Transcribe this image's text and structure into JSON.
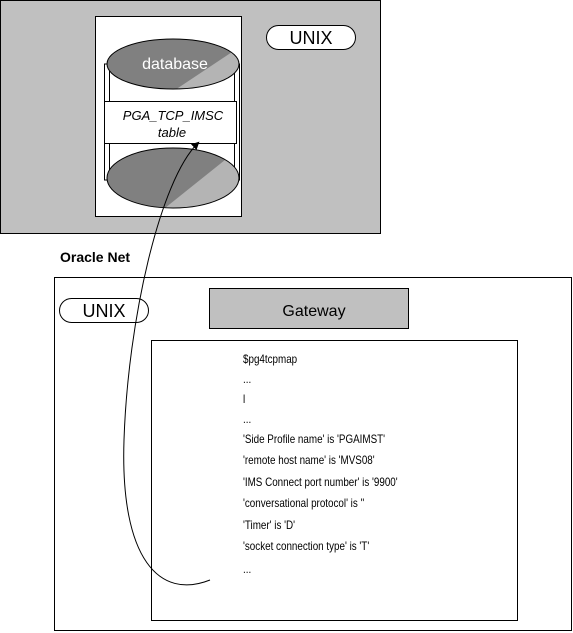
{
  "top_host": {
    "os_label": "UNIX"
  },
  "database": {
    "label": "database",
    "table_line1": "PGA_TCP_IMSC",
    "table_line2": "table"
  },
  "connection": {
    "label": "Oracle Net"
  },
  "bottom_host": {
    "os_label": "UNIX",
    "gateway_label": "Gateway"
  },
  "terminal": {
    "lines": [
      "$pg4tcpmap",
      "...",
      "l",
      "...",
      "'Side Profile name' is 'PGAIMST'",
      "'remote host name' is 'MVS08'",
      "'IMS Connect port number' is '9900'",
      "'conversational protocol' is ''",
      "'Timer' is 'D'",
      "'socket connection type' is 'T'",
      "..."
    ]
  },
  "colors": {
    "top_panel": "#c0c0c0",
    "cylinder_dark": "#808080",
    "cylinder_light": "#b4b4b4",
    "gateway_box": "#c0c0c0"
  }
}
